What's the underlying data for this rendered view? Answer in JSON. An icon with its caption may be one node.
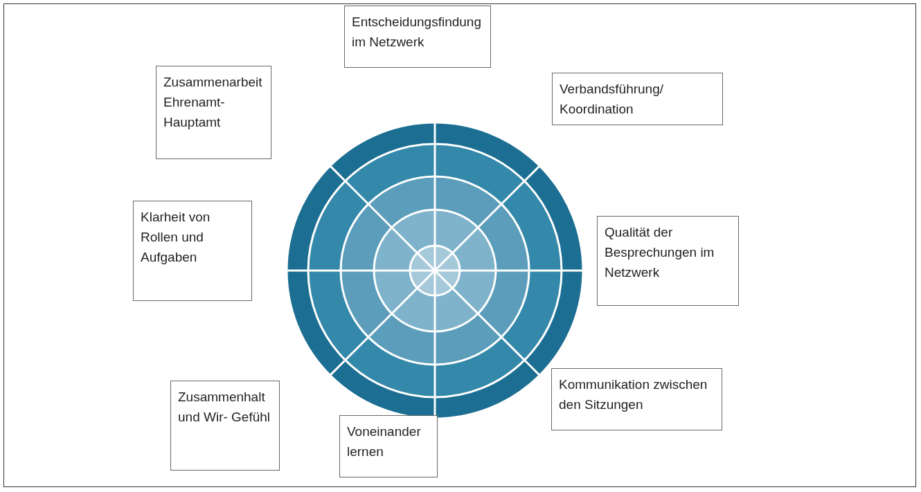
{
  "diagram": {
    "nodes": [
      {
        "text": [
          "Entscheidungsfindung im Netzwerk"
        ]
      },
      {
        "text": [
          "Zusammenarbeit Ehrenamt- Hauptamt"
        ]
      },
      {
        "text": [
          "Verbandsführung/ Koordination"
        ]
      },
      {
        "text": [
          "Klarheit von Rollen und Aufgaben"
        ]
      },
      {
        "text": [
          "Qualität der Besprechungen im Netzwerk"
        ]
      },
      {
        "text": [
          "Kommunikation zwischen den Sitzungen"
        ]
      },
      {
        "text": [
          "Zusammenhalt und Wir- Gefühl"
        ]
      },
      {
        "text": [
          "Voneinander lernen"
        ]
      }
    ]
  }
}
